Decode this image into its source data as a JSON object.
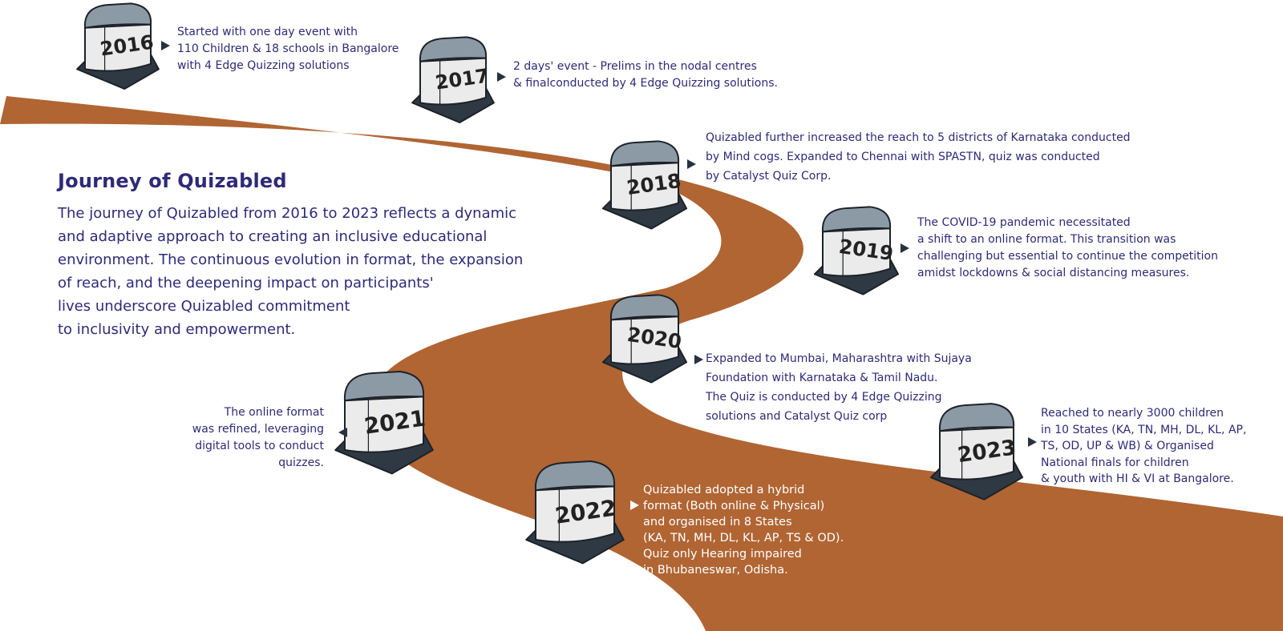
{
  "heading": "Journey of Quizabled",
  "intro": "The journey of Quizabled from 2016 to 2023 reflects a dynamic\nand adaptive approach to creating an inclusive educational\nenvironment. The continuous evolution in format, the expansion\nof reach, and the deepening impact on participants'\nlives underscore Quizabled commitment\nto inclusivity and empowerment.",
  "colors": {
    "road": "#b06533",
    "text": "#2e2a78",
    "stone_top": "#8c9aa6",
    "stone_body": "#ebebeb",
    "stone_base": "#2f3943",
    "outline": "#1c2228"
  },
  "milestones": [
    {
      "year": "2016",
      "text": "Started with one day event with\n110 Children & 18 schools in Bangalore\nwith 4 Edge Quizzing solutions"
    },
    {
      "year": "2017",
      "text": "2 days' event - Prelims in the nodal centres\n& finalconducted by 4 Edge Quizzing solutions."
    },
    {
      "year": "2018",
      "text": "Quizabled further increased the reach to 5 districts of Karnataka conducted\nby Mind cogs. Expanded to Chennai with SPASTN, quiz was conducted\nby Catalyst Quiz Corp."
    },
    {
      "year": "2019",
      "text": "The COVID-19 pandemic necessitated\na shift to an online format. This transition was\nchallenging but essential to continue the competition\namidst lockdowns & social distancing measures."
    },
    {
      "year": "2020",
      "text": "Expanded to Mumbai, Maharashtra with Sujaya\nFoundation with Karnataka & Tamil Nadu.\nThe Quiz is conducted by 4 Edge Quizzing\nsolutions and Catalyst Quiz corp"
    },
    {
      "year": "2021",
      "text": "The online format\nwas refined, leveraging\ndigital tools to conduct\nquizzes."
    },
    {
      "year": "2022",
      "text": "Quizabled adopted a hybrid\nformat (Both online & Physical)\nand organised in 8 States\n(KA, TN, MH, DL, KL, AP, TS & OD).\nQuiz only Hearing impaired\nin Bhubaneswar, Odisha."
    },
    {
      "year": "2023",
      "text": "Reached to nearly 3000 children\nin 10 States (KA, TN, MH, DL, KL, AP,\nTS, OD, UP & WB) & Organised\nNational finals for children\n& youth with HI & VI at Bangalore."
    }
  ]
}
